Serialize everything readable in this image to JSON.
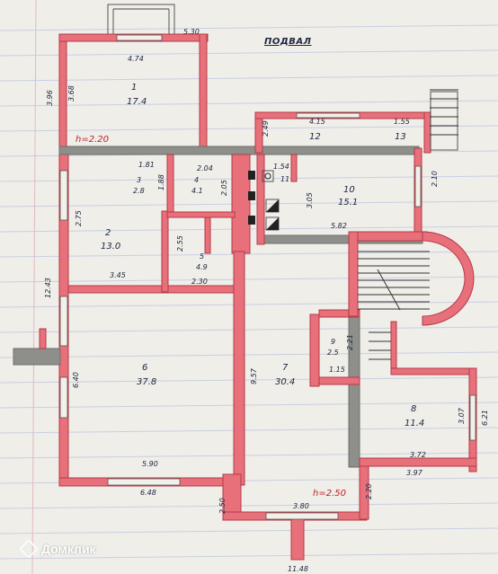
{
  "title": "ПОДВАЛ",
  "heights": {
    "h1": "h=2.20",
    "h2": "h=2.50"
  },
  "rooms": [
    {
      "id": "1",
      "area": "17.4"
    },
    {
      "id": "2",
      "area": "13.0"
    },
    {
      "id": "3",
      "area": "2.8"
    },
    {
      "id": "4",
      "area": "4.1"
    },
    {
      "id": "5",
      "area": "4.9"
    },
    {
      "id": "6",
      "area": "37.8"
    },
    {
      "id": "7",
      "area": "30.4"
    },
    {
      "id": "8",
      "area": "11.4"
    },
    {
      "id": "9",
      "area": "2.5"
    },
    {
      "id": "10",
      "area": "15.1"
    },
    {
      "id": "11",
      "area": ""
    },
    {
      "id": "12",
      "area": ""
    },
    {
      "id": "13",
      "area": ""
    }
  ],
  "dimensions": [
    "5.30",
    "4.74",
    "3.96",
    "3.68",
    "4.15",
    "1.55",
    "2.49",
    "1.81",
    "2.04",
    "1.54",
    "2.10",
    "1.88",
    "2.05",
    "3.05",
    "5.82",
    "2.75",
    "3.45",
    "2.55",
    "2.30",
    "12.43",
    "6.40",
    "9.57",
    "2.21",
    "1.15",
    "3.07",
    "6.21",
    "3.72",
    "3.97",
    "5.90",
    "6.48",
    "2.20",
    "3.80",
    "2.50",
    "11.48"
  ],
  "watermark": "Домклик"
}
